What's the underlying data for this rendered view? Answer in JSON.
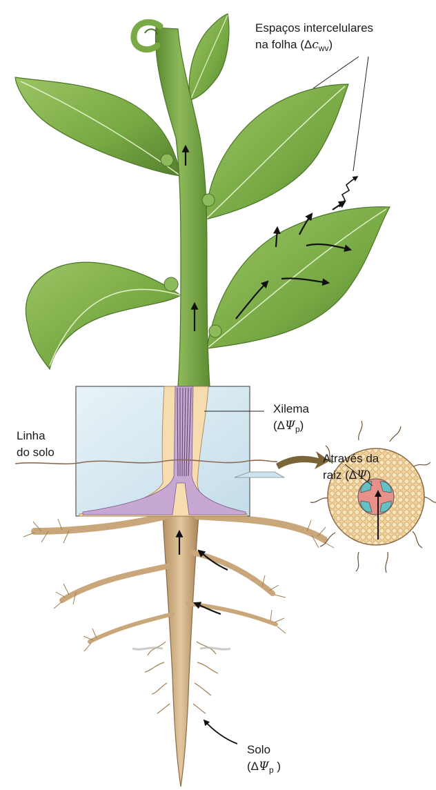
{
  "labels": {
    "leaf_spaces_line1": "Espaços intercelulares",
    "leaf_spaces_line2_prefix": "na folha (Δ",
    "leaf_spaces_var": "c",
    "leaf_spaces_sub": "wv",
    "leaf_spaces_suffix": ")",
    "xylem_line1": "Xilema",
    "xylem_line2_prefix": "(Δ",
    "xylem_var": "Ψ",
    "xylem_sub": "p",
    "xylem_suffix": ")",
    "soil_line_1": "Linha",
    "soil_line_2": "do solo",
    "root_line1": "Através da",
    "root_line2_prefix": "raiz (Δ",
    "root_var": "Ψ",
    "root_suffix": ")",
    "soil_1": "Solo",
    "soil_2_prefix": "(Δ",
    "soil_var": "Ψ",
    "soil_sub": "p",
    "soil_suffix": " )"
  },
  "colors": {
    "leaf": "#7fae4a",
    "leaf_dark": "#4e7d2c",
    "stem": "#6f9c3c",
    "root": "#c9a77a",
    "root_dark": "#8a6a45",
    "xylem": "#b797c4",
    "inset": "#dcecf4",
    "cortex": "#f1c77a",
    "stele_pink": "#e8918a",
    "stele_teal": "#63c0c3"
  }
}
